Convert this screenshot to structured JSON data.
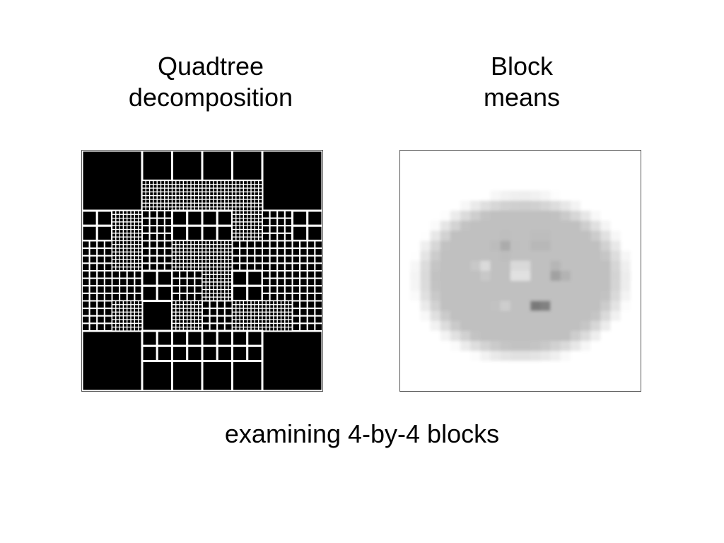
{
  "titles": {
    "left_line1": "Quadtree",
    "left_line2": "decomposition",
    "right_line1": "Block",
    "right_line2": "means"
  },
  "caption": "examining 4-by-4 blocks",
  "colors": {
    "background": "#ffffff",
    "block_fill": "#000000",
    "block_border": "#ffffff",
    "panel_border": "#555555"
  }
}
